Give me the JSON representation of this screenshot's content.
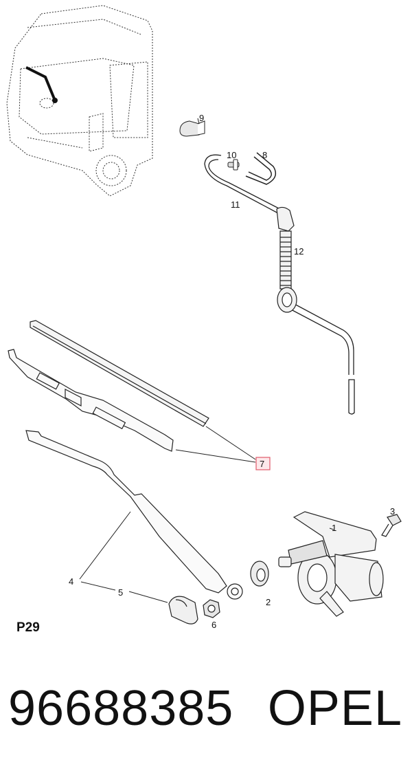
{
  "diagram": {
    "part_code": "P29",
    "callouts": [
      {
        "id": "c1",
        "label": "1"
      },
      {
        "id": "c2",
        "label": "2"
      },
      {
        "id": "c3",
        "label": "3"
      },
      {
        "id": "c4",
        "label": "4"
      },
      {
        "id": "c5",
        "label": "5"
      },
      {
        "id": "c6",
        "label": "6"
      },
      {
        "id": "c7",
        "label": "7",
        "highlighted": true
      },
      {
        "id": "c8",
        "label": "8"
      },
      {
        "id": "c9",
        "label": "9"
      },
      {
        "id": "c10",
        "label": "10"
      },
      {
        "id": "c11",
        "label": "11"
      },
      {
        "id": "c12",
        "label": "12"
      }
    ],
    "highlight_color": "#e05a6a"
  },
  "footer": {
    "part_number": "96688385",
    "brand": "OPEL"
  }
}
